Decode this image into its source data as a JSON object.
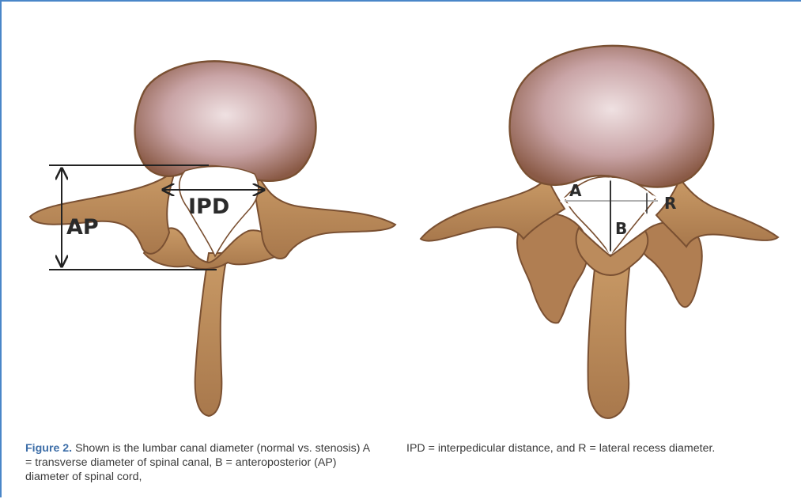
{
  "diagram": {
    "normal_labels": {
      "ap": "AP",
      "ipd": "IPD"
    },
    "stenosis_labels": {
      "a": "A",
      "b": "B",
      "r": "R"
    }
  },
  "caption": {
    "figure_label": "Figure 2.",
    "left_text": " Shown is the lumbar canal diameter (normal vs. stenosis) A = transverse diameter of spinal canal, B = anteroposterior (AP) diameter of spinal cord,",
    "right_text": "IPD = interpedicular distance, and R = lateral recess diameter."
  },
  "colors": {
    "frame": "#4a86c8",
    "bone": "#b98a5c",
    "bone_dark": "#7a5032",
    "body_fill": "#a67a80",
    "figure_label": "#3d6ea8"
  }
}
